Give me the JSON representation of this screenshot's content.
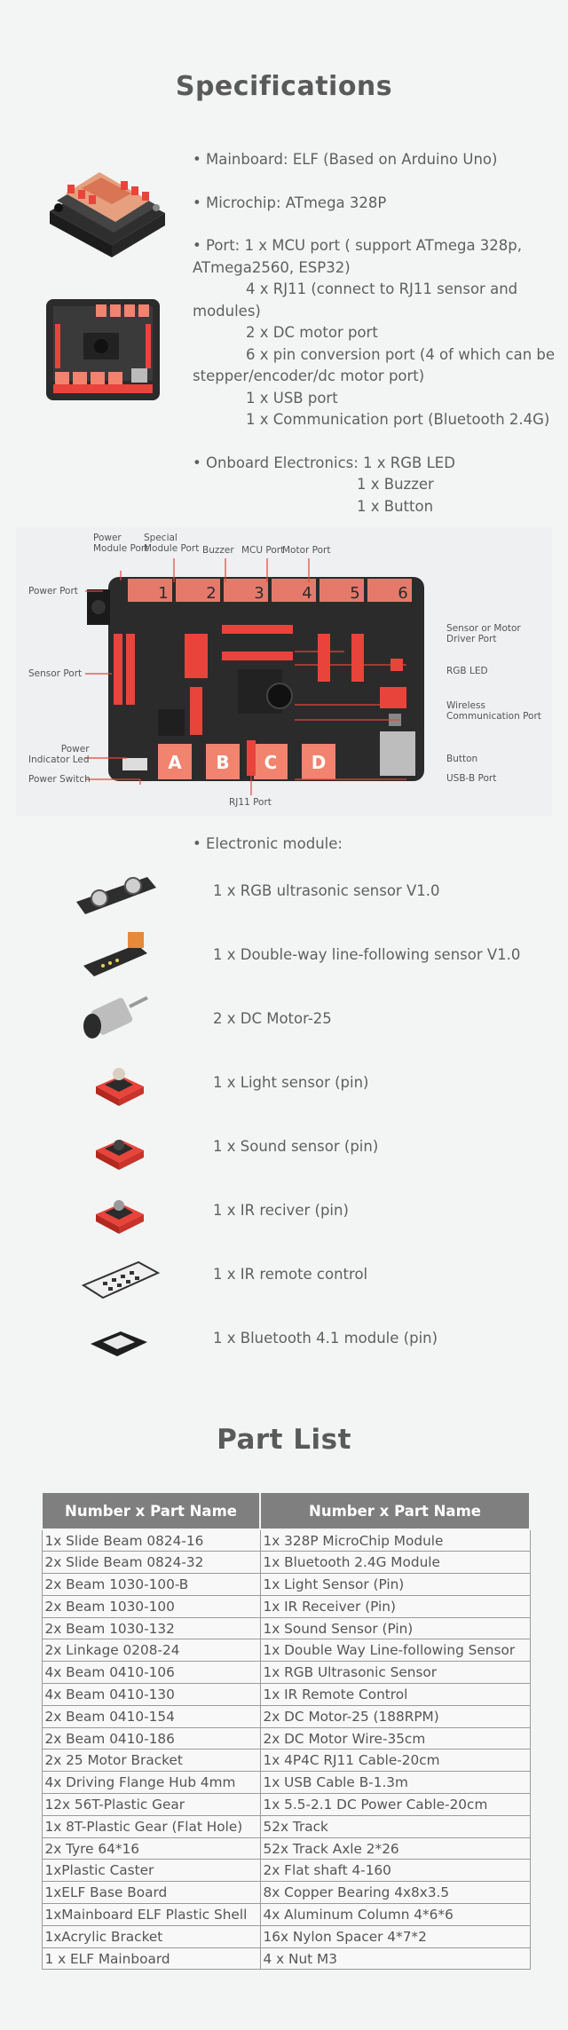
{
  "specifications": {
    "title": "Specifications",
    "lines": {
      "mainboard": "• Mainboard: ELF (Based on Arduino Uno)",
      "microchip": "• Microchip: ATmega 328P",
      "port_1": "• Port:   1 x MCU port ( support ATmega 328p, ATmega2560, ESP32)",
      "port_2": "4 x RJ11 (connect to RJ11 sensor and modules)",
      "port_3": "2 x DC motor port",
      "port_4": "6 x pin conversion port (4 of which can be stepper/encoder/dc motor port)",
      "port_5": "1 x USB port",
      "port_6": "1 x Communication port (Bluetooth 2.4G)",
      "onboard_1": "• Onboard Electronics:  1 x RGB LED",
      "onboard_2": "1 x Buzzer",
      "onboard_3": "1 x Button"
    }
  },
  "board_diagram": {
    "labels": {
      "power_module_port": "Power\nModule Port",
      "special_module_port": "Special\nModule Port",
      "buzzer": "Buzzer",
      "mcu_port": "MCU Port",
      "motor_port": "Motor Port",
      "power_port": "Power Port",
      "sensor_port": "Sensor Port",
      "power_indicator": "Power\nIndicator Led",
      "power_switch": "Power Switch",
      "sensor_motor_driver": "Sensor or Motor\nDriver Port",
      "rgb_led": "RGB LED",
      "wireless": "Wireless\nCommunication Port",
      "button": "Button",
      "usb_b": "USB-B Port",
      "rj11": "RJ11 Port"
    },
    "port_numbers": [
      "1",
      "2",
      "3",
      "4",
      "5",
      "6"
    ],
    "port_letters": [
      "A",
      "B",
      "C",
      "D"
    ],
    "colors": {
      "board": "#2b2b2b",
      "accent": "#e8443b",
      "salmon": "#f2836e",
      "header": "#e57a6a"
    }
  },
  "modules": {
    "heading": "• Electronic module:",
    "items": [
      {
        "label": "1 x RGB ultrasonic sensor V1.0",
        "icon": "ultrasonic-sensor-icon"
      },
      {
        "label": "1 x Double-way line-following sensor V1.0",
        "icon": "line-sensor-icon"
      },
      {
        "label": "2 x DC Motor-25",
        "icon": "dc-motor-icon"
      },
      {
        "label": "1 x Light sensor (pin)",
        "icon": "light-sensor-icon"
      },
      {
        "label": "1 x Sound sensor (pin)",
        "icon": "sound-sensor-icon"
      },
      {
        "label": "1 x IR reciver (pin)",
        "icon": "ir-receiver-icon"
      },
      {
        "label": "1 x IR remote control",
        "icon": "ir-remote-icon"
      },
      {
        "label": "1 x Bluetooth 4.1 module (pin)",
        "icon": "bluetooth-module-icon"
      }
    ]
  },
  "part_list": {
    "title": "Part List",
    "headers": [
      "Number x Part Name",
      "Number x Part Name"
    ],
    "rows": [
      [
        "1x Slide Beam 0824-16",
        "1x 328P MicroChip Module"
      ],
      [
        "2x Slide Beam 0824-32",
        "1x Bluetooth 2.4G Module"
      ],
      [
        "2x Beam 1030-100-B",
        "1x Light Sensor (Pin)"
      ],
      [
        "2x Beam 1030-100",
        "1x IR Receiver (Pin)"
      ],
      [
        "2x Beam 1030-132",
        "1x Sound Sensor (Pin)"
      ],
      [
        "2x Linkage 0208-24",
        "1x Double Way Line-following Sensor"
      ],
      [
        "4x Beam 0410-106",
        "1x RGB Ultrasonic Sensor"
      ],
      [
        "4x Beam 0410-130",
        "1x IR Remote Control"
      ],
      [
        "2x Beam 0410-154",
        "2x DC Motor-25 (188RPM)"
      ],
      [
        "2x Beam 0410-186",
        "2x DC Motor Wire-35cm"
      ],
      [
        "2x 25 Motor Bracket",
        "1x 4P4C RJ11 Cable-20cm"
      ],
      [
        "4x Driving Flange Hub 4mm",
        "1x USB Cable B-1.3m"
      ],
      [
        "12x 56T-Plastic Gear",
        "1x 5.5-2.1 DC Power Cable-20cm"
      ],
      [
        "1x 8T-Plastic Gear (Flat Hole)",
        "52x Track"
      ],
      [
        "2x Tyre 64*16",
        "52x Track Axle 2*26"
      ],
      [
        "1xPlastic Caster",
        "2x Flat shaft 4-160"
      ],
      [
        "1xELF Base Board",
        "8x Copper Bearing 4x8x3.5"
      ],
      [
        "1xMainboard ELF Plastic Shell",
        "4x Aluminum Column 4*6*6"
      ],
      [
        "1xAcrylic Bracket",
        "16x Nylon Spacer 4*7*2"
      ],
      [
        "1 x ELF Mainboard",
        "4 x Nut M3"
      ]
    ]
  }
}
